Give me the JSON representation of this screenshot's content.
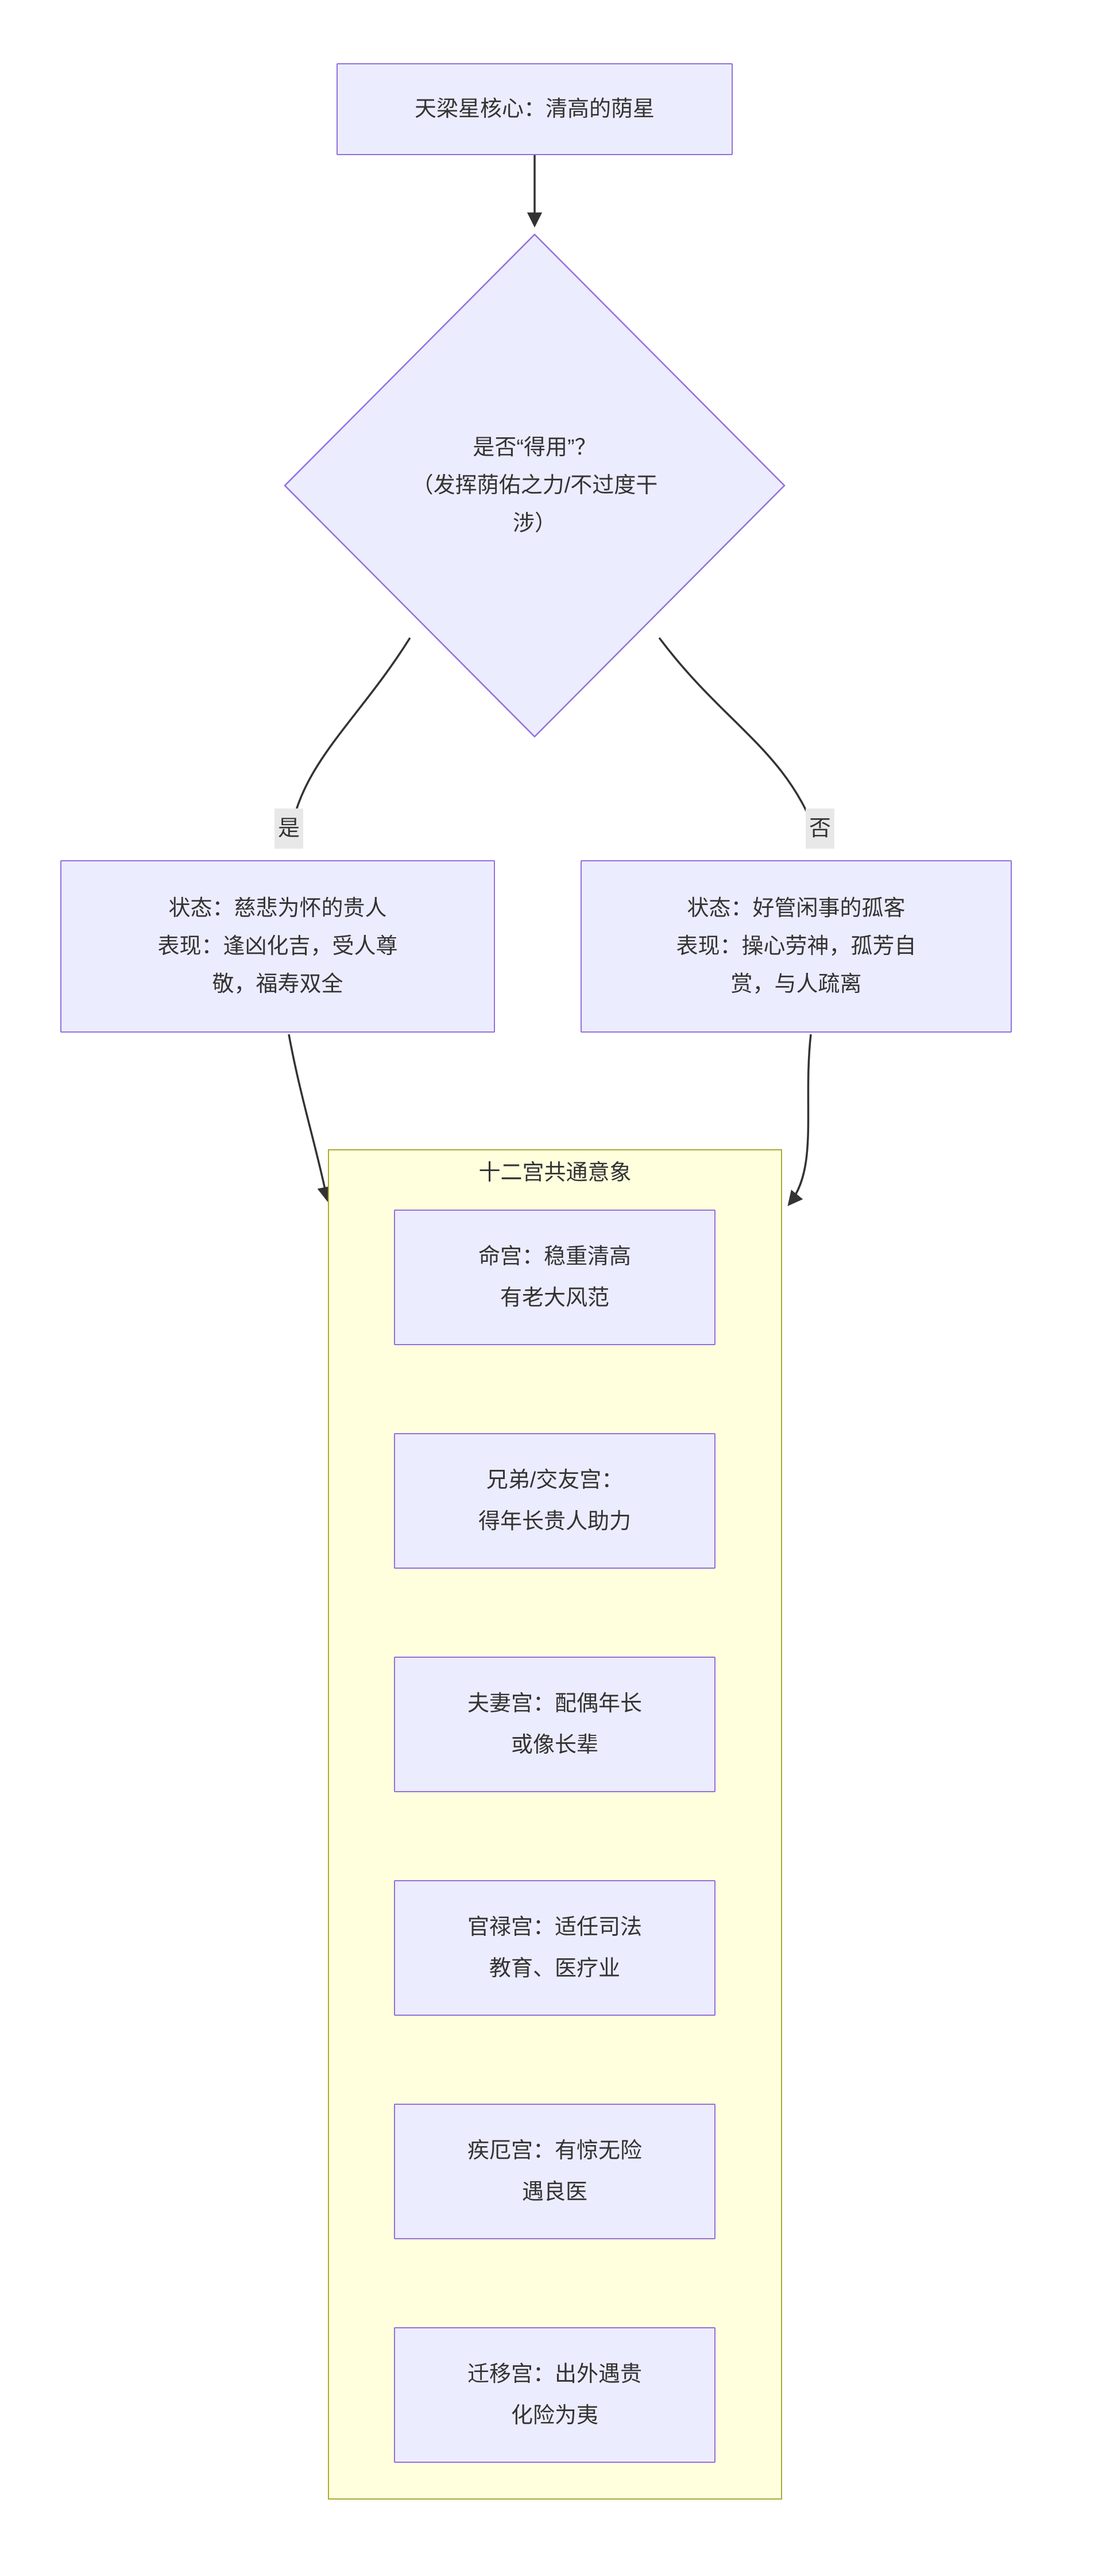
{
  "diagram": {
    "root": {
      "label": "天梁星核心：清高的荫星"
    },
    "decision": {
      "line1": "是否“得用”？",
      "line2": "（发挥荫佑之力/不过度干",
      "line3": "涉）"
    },
    "branches": {
      "yes_label": "是",
      "no_label": "否"
    },
    "yes_node": {
      "line1": "状态：慈悲为怀的贵人",
      "line2": "表现：逢凶化吉，受人尊",
      "line3": "敬，福寿双全"
    },
    "no_node": {
      "line1": "状态：好管闲事的孤客",
      "line2": "表现：操心劳神，孤芳自",
      "line3": "赏，与人疏离"
    },
    "subgraph": {
      "title": "十二宫共通意象",
      "nodes": [
        {
          "line1": "命宫：稳重清高",
          "line2": "有老大风范"
        },
        {
          "line1": "兄弟/交友宫：",
          "line2": "得年长贵人助力"
        },
        {
          "line1": "夫妻宫：配偶年长",
          "line2": "或像长辈"
        },
        {
          "line1": "官禄宫：适任司法",
          "line2": "教育、医疗业"
        },
        {
          "line1": "疾厄宫：有惊无险",
          "line2": "遇良医"
        },
        {
          "line1": "迁移宫：出外遇贵",
          "line2": "化险为夷"
        }
      ]
    },
    "theme": {
      "node_fill": "#ECECFF",
      "node_border": "#9370DB",
      "subgraph_fill": "#FFFFDE",
      "subgraph_border": "#AAAA33",
      "edge_color": "#333333",
      "edge_label_bg": "#E8E8E8",
      "text_color": "#333333"
    }
  }
}
